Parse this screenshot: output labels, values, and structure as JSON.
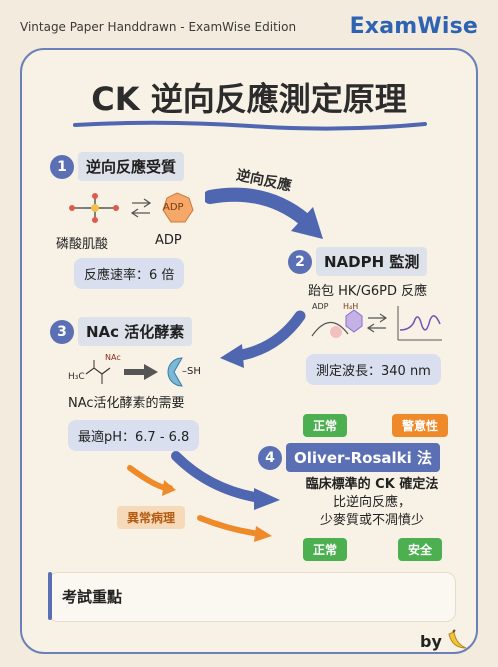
{
  "header": {
    "left_text": "Vintage Paper Handdrawn - ExamWise Edition",
    "logo": "ExamWise"
  },
  "title": "CK 逆向反應測定原理",
  "steps": [
    {
      "num": "1",
      "title": "逆向反應受質",
      "items": [
        "磷酸肌酸",
        "ADP"
      ],
      "pill": "反應速率：6 倍"
    },
    {
      "num": "2",
      "title": "NADPH 監測",
      "subtitle": "跆包 HK/G6PD 反應",
      "pill": "測定波長：340 nm"
    },
    {
      "num": "3",
      "title": "NAc 活化酵素",
      "caption": "NAc活化酵素的需要",
      "pill": "最適pH：6.7 - 6.8"
    },
    {
      "num": "4",
      "title": "Oliver-Rosalki 法",
      "desc": [
        "臨床標準的 CK 確定法",
        "比逆向反應，",
        "少麥質或不凋憤少"
      ]
    }
  ],
  "arrow_label": "逆向反應",
  "chips": {
    "top_left": "正常",
    "top_right": "警意性",
    "bottom_left": "正常",
    "bottom_right": "安全",
    "abnormal": "異常病理"
  },
  "diagram_labels": {
    "adp": "ADP",
    "adp_small": "ADP",
    "h4h": "H₄H",
    "nac": "NAc",
    "h3c": "H₃C",
    "sh": "–SH"
  },
  "exam": {
    "title": "考試重點"
  },
  "footer": {
    "by": "by"
  },
  "colors": {
    "accent": "#5a6fb4",
    "green": "#4caf50",
    "orange": "#ef8a2b",
    "paper": "#f8f2e6"
  }
}
